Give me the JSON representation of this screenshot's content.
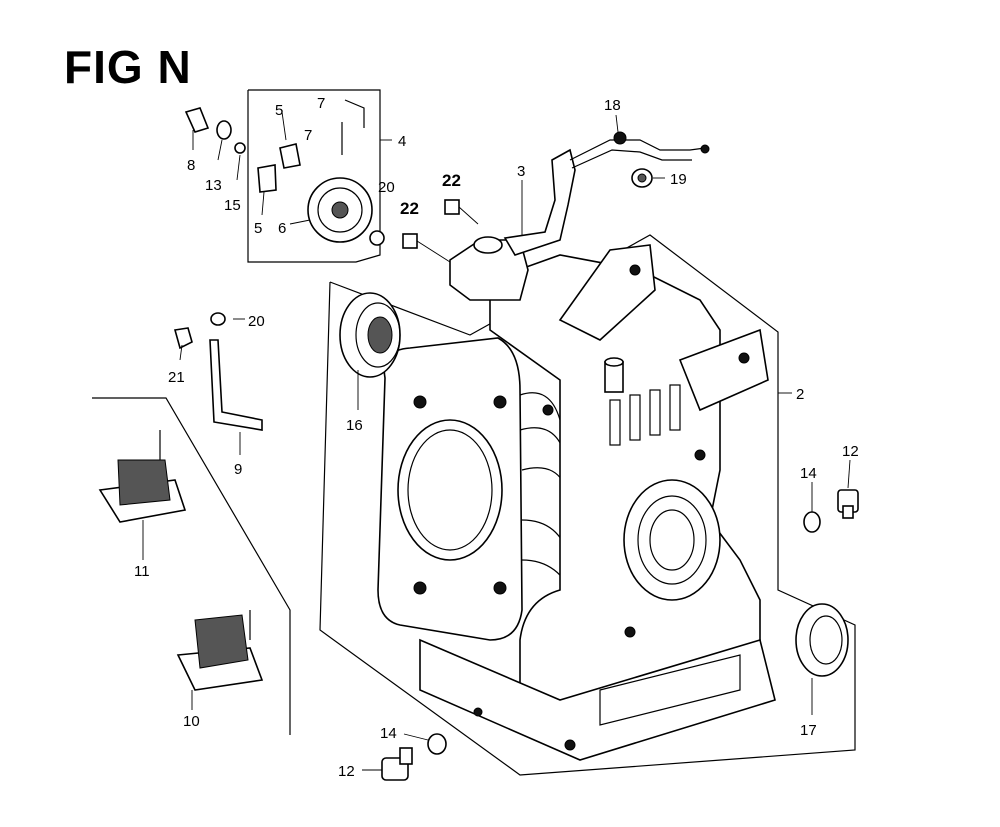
{
  "figure": {
    "title": "FIG N"
  },
  "callouts": [
    {
      "id": "c8",
      "label": "8"
    },
    {
      "id": "c13",
      "label": "13"
    },
    {
      "id": "c15",
      "label": "15"
    },
    {
      "id": "c5a",
      "label": "5"
    },
    {
      "id": "c5b",
      "label": "5"
    },
    {
      "id": "c6",
      "label": "6"
    },
    {
      "id": "c7a",
      "label": "7"
    },
    {
      "id": "c7b",
      "label": "7"
    },
    {
      "id": "c4",
      "label": "4"
    },
    {
      "id": "c20a",
      "label": "20"
    },
    {
      "id": "c22a",
      "label": "22"
    },
    {
      "id": "c22b",
      "label": "22"
    },
    {
      "id": "c3",
      "label": "3"
    },
    {
      "id": "c18",
      "label": "18"
    },
    {
      "id": "c19",
      "label": "19"
    },
    {
      "id": "c20b",
      "label": "20"
    },
    {
      "id": "c21",
      "label": "21"
    },
    {
      "id": "c9",
      "label": "9"
    },
    {
      "id": "c16",
      "label": "16"
    },
    {
      "id": "c2",
      "label": "2"
    },
    {
      "id": "c14a",
      "label": "14"
    },
    {
      "id": "c12a",
      "label": "12"
    },
    {
      "id": "c11",
      "label": "11"
    },
    {
      "id": "c10",
      "label": "10"
    },
    {
      "id": "c17",
      "label": "17"
    },
    {
      "id": "c14b",
      "label": "14"
    },
    {
      "id": "c12b",
      "label": "12"
    }
  ]
}
